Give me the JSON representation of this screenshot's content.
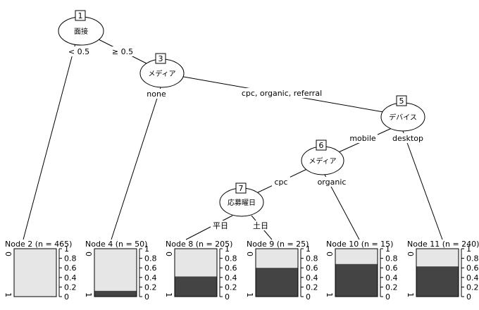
{
  "tree": {
    "inner_nodes": [
      {
        "id": "1",
        "label": "面接"
      },
      {
        "id": "3",
        "label": "メディア"
      },
      {
        "id": "5",
        "label": "デバイス"
      },
      {
        "id": "6",
        "label": "メディア"
      },
      {
        "id": "7",
        "label": "応募曜日"
      }
    ],
    "edge_labels": [
      "< 0.5",
      "≥ 0.5",
      "none",
      "cpc, organic, referral",
      "mobile",
      "desktop",
      "cpc",
      "organic",
      "平日",
      "土日"
    ],
    "terminal_nodes": [
      {
        "header": "Node 2 (n = 465)",
        "proportion_1": 0.0
      },
      {
        "header": "Node 4 (n = 50)",
        "proportion_1": 0.12
      },
      {
        "header": "Node 8 (n = 205)",
        "proportion_1": 0.42
      },
      {
        "header": "Node 9 (n = 25)",
        "proportion_1": 0.6
      },
      {
        "header": "Node 10 (n = 15)",
        "proportion_1": 0.68
      },
      {
        "header": "Node 11 (n = 240)",
        "proportion_1": 0.63
      }
    ],
    "class_labels": [
      "0",
      "1"
    ],
    "axis_ticks": [
      "0",
      "0.2",
      "0.4",
      "0.6",
      "0.8",
      "1"
    ],
    "colors": {
      "class_0": "#e6e6e6",
      "class_1": "#444444"
    }
  }
}
